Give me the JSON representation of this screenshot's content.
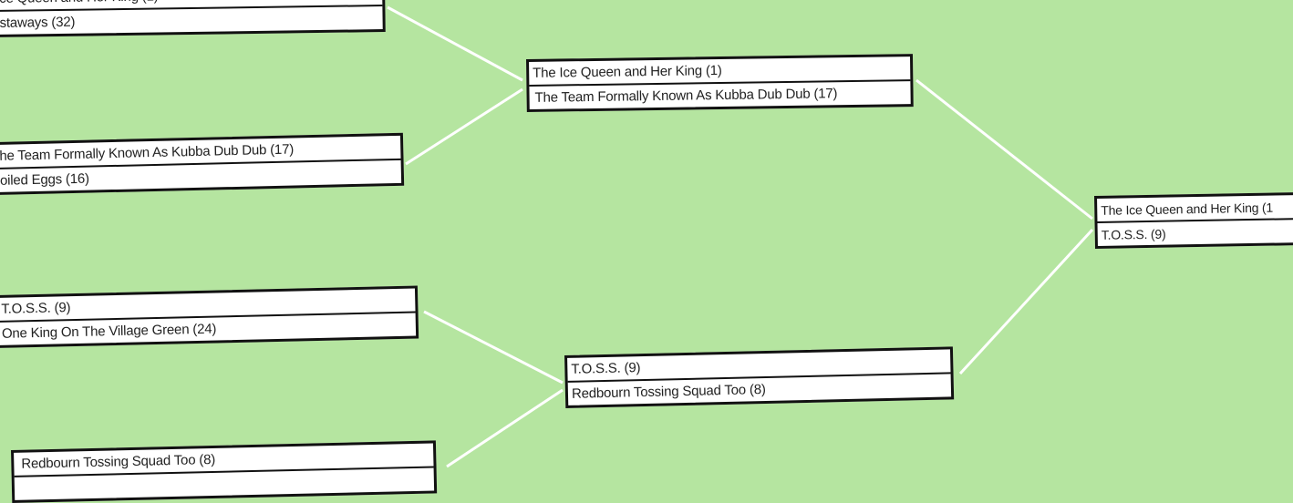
{
  "colors": {
    "background": "#b5e5a0",
    "connector": "#ffffff",
    "box_border": "#111111"
  },
  "bracket": {
    "round1": [
      {
        "teams": [
          "ce Queen and Her King (1)",
          "staways (32)"
        ]
      },
      {
        "teams": [
          "he Team Formally Known As Kubba Dub Dub (17)",
          "oiled Eggs (16)"
        ]
      },
      {
        "teams": [
          "T.O.S.S. (9)",
          "One King On The Village Green (24)"
        ]
      },
      {
        "teams": [
          "Redbourn Tossing Squad Too (8)",
          ""
        ]
      }
    ],
    "round2": [
      {
        "teams": [
          "The Ice Queen and Her King (1)",
          "The Team Formally Known As Kubba Dub Dub (17)"
        ]
      },
      {
        "teams": [
          "T.O.S.S. (9)",
          "Redbourn Tossing Squad Too (8)"
        ]
      }
    ],
    "round3": [
      {
        "teams": [
          "The Ice Queen and Her King (1",
          "T.O.S.S. (9)"
        ]
      }
    ]
  }
}
